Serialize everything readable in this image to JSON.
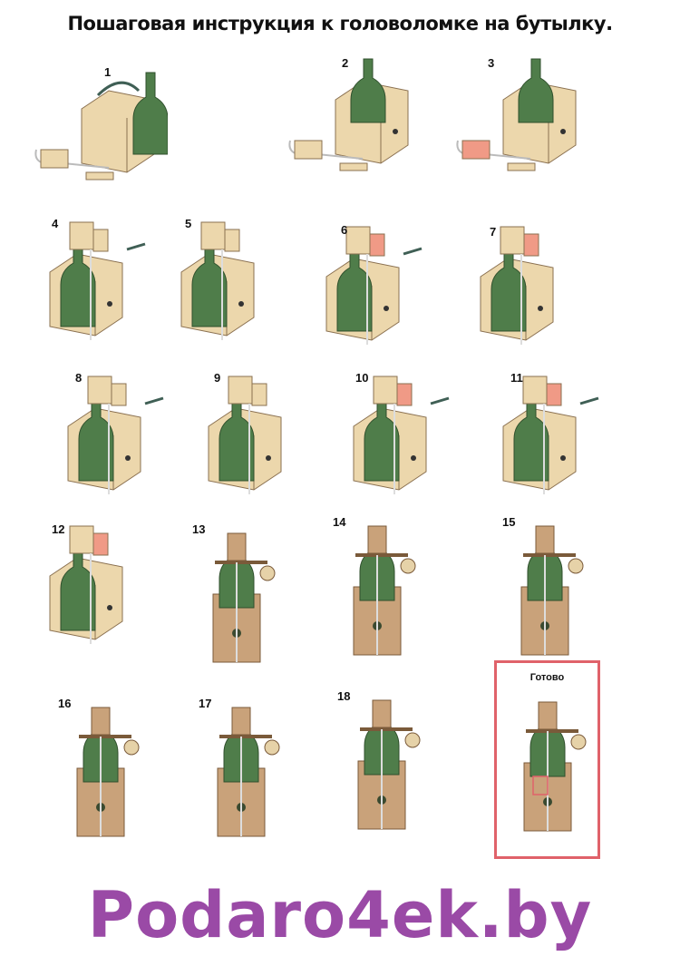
{
  "title": "Пошаговая инструкция к головоломке на бутылку.",
  "steps": [
    {
      "label": "1"
    },
    {
      "label": "2"
    },
    {
      "label": "3"
    },
    {
      "label": "4"
    },
    {
      "label": "5"
    },
    {
      "label": "6"
    },
    {
      "label": "7"
    },
    {
      "label": "8"
    },
    {
      "label": "9"
    },
    {
      "label": "10"
    },
    {
      "label": "11"
    },
    {
      "label": "12"
    },
    {
      "label": "13"
    },
    {
      "label": "14"
    },
    {
      "label": "15"
    },
    {
      "label": "16"
    },
    {
      "label": "17"
    },
    {
      "label": "18"
    }
  ],
  "done": {
    "label": "Готово"
  },
  "brand": "Podaro4ek.by",
  "colors": {
    "bottle": "#4f7d4a",
    "box_light": "#ecd7ac",
    "box_dark": "#c9a27a",
    "highlight": "#f09a86",
    "arrow": "#3f5f55",
    "done_border": "#e0626a",
    "brand": "#9a4aa6"
  }
}
